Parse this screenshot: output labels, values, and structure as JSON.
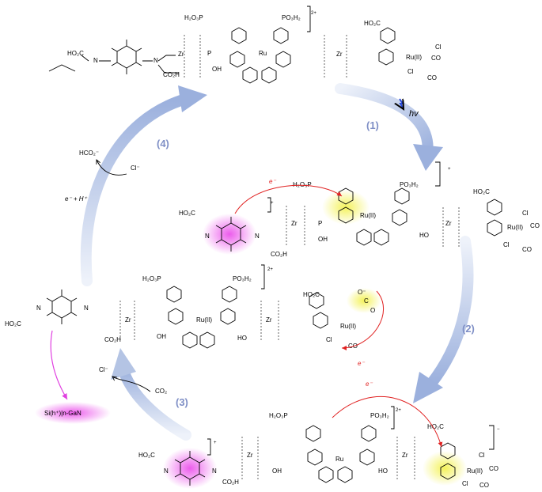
{
  "steps": [
    "(1)",
    "(2)",
    "(3)",
    "(4)"
  ],
  "labels": {
    "hv": "hv",
    "hco2": "HCO₂⁻",
    "cl_minus_1": "Cl⁻",
    "cl_minus_2": "Cl⁻",
    "e_h": "e⁻ + H⁺",
    "co2": "CO₂",
    "si_gan": "Si(h⁺)|n-GaN",
    "e_minus_a": "e⁻",
    "e_minus_b": "e⁻",
    "e_minus_c": "e⁻"
  },
  "charges": {
    "top": "2+",
    "s1": "+",
    "s1_small": "+",
    "s3": "2+",
    "s4_main": "2+",
    "s4_small": "+",
    "s4_right": "−"
  },
  "atoms": {
    "h2o3p": "H₂O₃P",
    "po3h2": "PO₃H₂",
    "ho2c": "HO₂C",
    "co2h": "CO₂H",
    "zr": "Zr",
    "p": "P",
    "oh": "OH",
    "ho": "HO",
    "n": "N",
    "ru_center": "Ru",
    "ru_ii": "Ru(II)",
    "cl": "Cl",
    "co": "CO",
    "o_minus": "O⁻",
    "c_co": "C",
    "o": "O"
  },
  "colors": {
    "step": "#7f8fc6",
    "cycle_arrow": "#b8c8e8",
    "red_arrow": "#e02020",
    "magenta_glow": "#ec5cec",
    "yellow_glow": "#f4f25a",
    "hv_arrow": "#2a4ad8"
  }
}
